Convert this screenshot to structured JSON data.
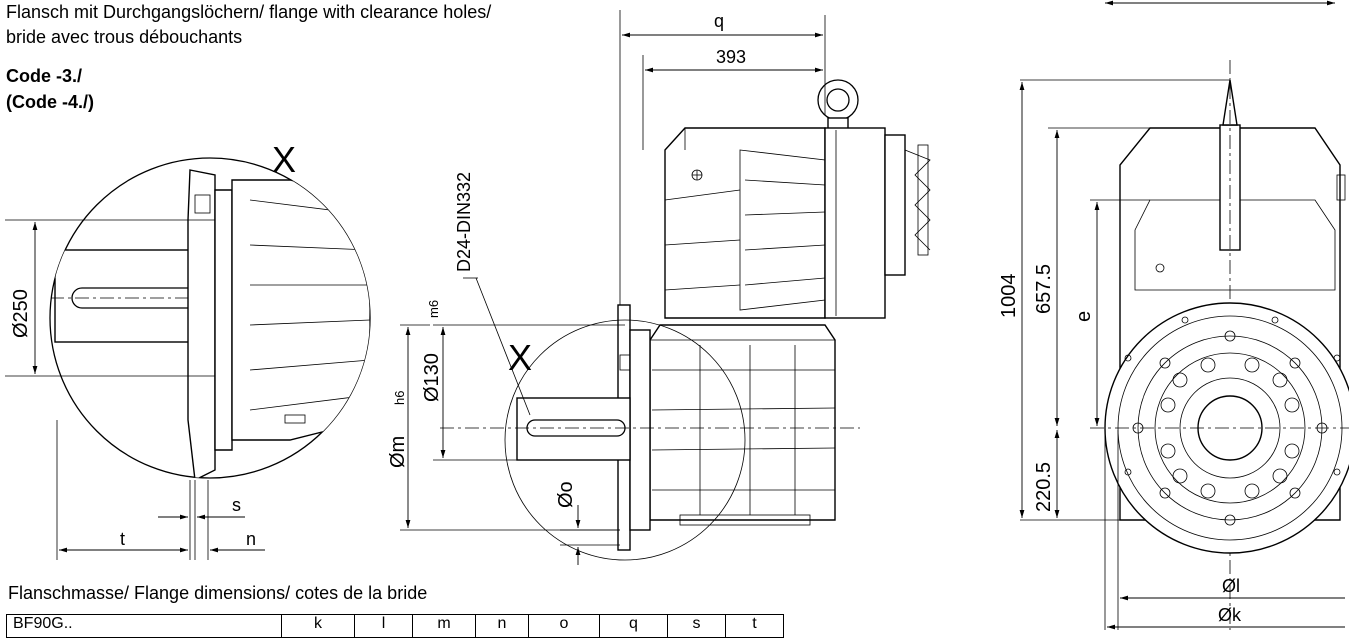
{
  "header": {
    "line1": "Flansch mit Durchgangslöchern/ flange with clearance holes/",
    "line2": "bride avec trous débouchants",
    "code1": "Code -3./",
    "code2": "(Code -4./)"
  },
  "detail": {
    "label": "X",
    "dia_250": "Ø250",
    "dim_s": "s",
    "dim_t": "t",
    "dim_n": "n"
  },
  "side_view": {
    "dim_q": "q",
    "dim_393": "393",
    "thread": "D24-DIN332",
    "dia_130": "Ø130",
    "dia_130_tol": "m6",
    "dia_m": "Øm",
    "dia_m_tol": "h6",
    "dia_o": "Øo",
    "detail_label": "X"
  },
  "front_view": {
    "dim_1004": "1004",
    "dim_657": "657.5",
    "dim_e": "e",
    "dim_220": "220.5",
    "dia_l": "Øl",
    "dia_k": "Øk"
  },
  "table": {
    "caption": "Flanschmasse/ Flange dimensions/ cotes de la bride",
    "headers": [
      "BF90G..",
      "k",
      "l",
      "m",
      "n",
      "o",
      "q",
      "s",
      "t"
    ]
  }
}
